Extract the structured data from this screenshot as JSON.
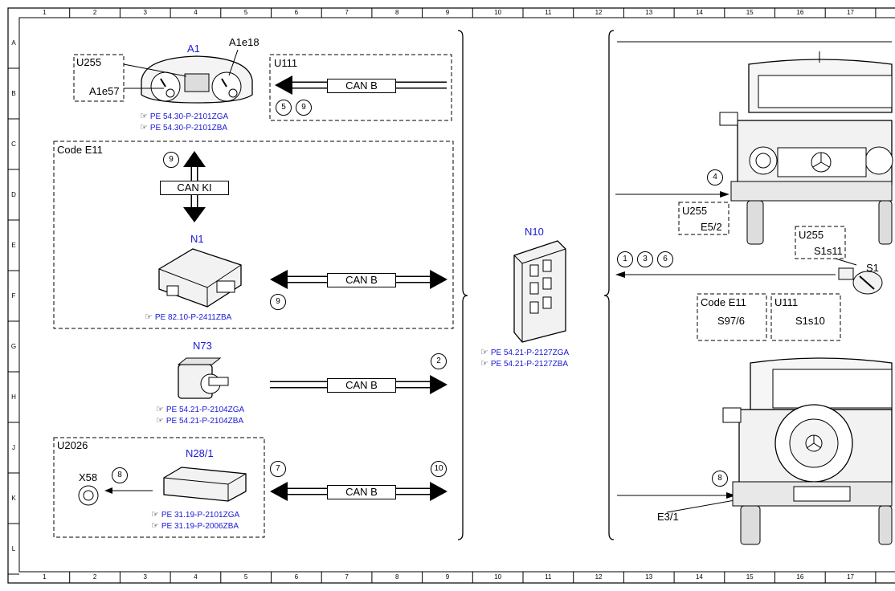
{
  "grid": {
    "columns": [
      "1",
      "2",
      "3",
      "4",
      "5",
      "6",
      "7",
      "8",
      "9",
      "10",
      "11",
      "12",
      "13",
      "14",
      "15",
      "16",
      "17"
    ],
    "rows": [
      "A",
      "B",
      "C",
      "D",
      "E",
      "F",
      "G",
      "H",
      "J",
      "K",
      "L"
    ]
  },
  "components": {
    "a1": {
      "name": "A1",
      "pin": "A1e18",
      "ref1": "PE 54.30-P-2101ZGA",
      "ref2": "PE 54.30-P-2101ZBA"
    },
    "u255_top": {
      "code": "U255",
      "pin": "A1e57"
    },
    "u111_top": {
      "code": "U111",
      "can": "CAN B"
    },
    "code_e11_box": {
      "code": "Code E11",
      "can_ki": "CAN KI"
    },
    "n1": {
      "name": "N1",
      "ref": "PE 82.10-P-2411ZBA",
      "can": "CAN B"
    },
    "n73": {
      "name": "N73",
      "ref1": "PE 54.21-P-2104ZGA",
      "ref2": "PE 54.21-P-2104ZBA",
      "can": "CAN B"
    },
    "u2026": {
      "code": "U2026",
      "name": "N28/1",
      "x58": "X58",
      "ref1": "PE 31.19-P-2101ZGA",
      "ref2": "PE 31.19-P-2006ZBA",
      "can": "CAN B"
    },
    "n10": {
      "name": "N10",
      "ref1": "PE 54.21-P-2127ZGA",
      "ref2": "PE 54.21-P-2127ZBA"
    },
    "right": {
      "u255_e52": {
        "code": "U255",
        "pin": "E5/2"
      },
      "u255_s1s11": {
        "code": "U255",
        "pin": "S1s11"
      },
      "s1": "S1",
      "code_e11": {
        "code": "Code E11",
        "pin": "S97/6"
      },
      "u111": {
        "code": "U111",
        "pin": "S1s10"
      },
      "e3_1": "E3/1"
    }
  },
  "circles": {
    "c5": "5",
    "c9a": "9",
    "c9b": "9",
    "c9c": "9",
    "c2": "2",
    "c8a": "8",
    "c7": "7",
    "c10": "10",
    "c4": "4",
    "c1": "1",
    "c3": "3",
    "c6": "6",
    "c8b": "8"
  },
  "colors": {
    "blue": "#1a1ad6",
    "line": "#000000"
  }
}
